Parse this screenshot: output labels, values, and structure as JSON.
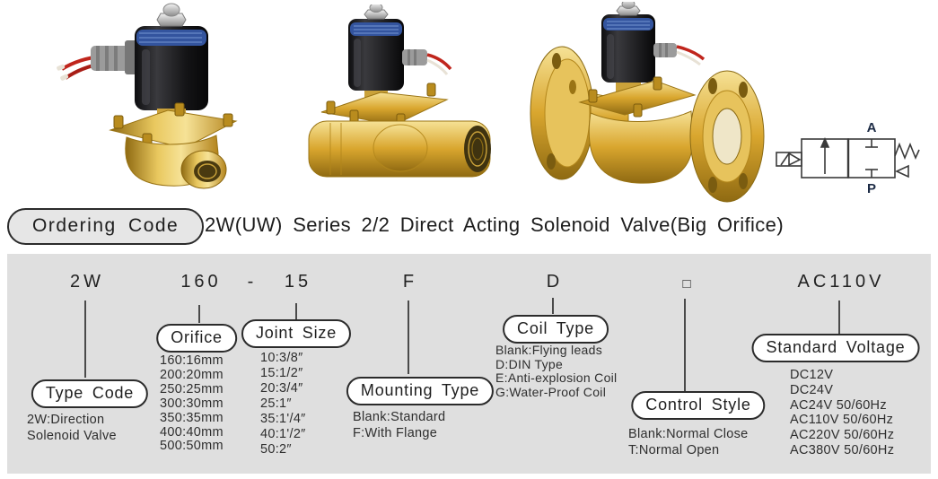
{
  "colors": {
    "panel_bg": "#dfdfdf",
    "ink": "#2b2b2b",
    "brass": "#d9a62e",
    "coil_black": "#1d1d1f",
    "label_blue": "#3b5ea8",
    "wire_red": "#c0251c",
    "port_label_navy": "#1c2b45"
  },
  "header": {
    "badge": "Ordering Code",
    "title": "2W(UW) Series 2/2 Direct Acting Solenoid Valve(Big Orifice)"
  },
  "photos": {
    "valve1": "compact threaded solenoid valve photo",
    "valve2": "inline threaded solenoid valve photo",
    "valve3": "flanged solenoid valve photo"
  },
  "schematic": {
    "port_top": "A",
    "port_bottom": "P"
  },
  "ordering": {
    "code_parts": {
      "type": "2W",
      "orifice": "160",
      "dash": "-",
      "joint": "15",
      "mounting": "F",
      "coil": "D",
      "control": "□",
      "voltage": "AC110V"
    },
    "callouts": {
      "type": {
        "label": "Type Code",
        "options": [
          "2W:Direction",
          "Solenoid Valve"
        ]
      },
      "orifice": {
        "label": "Orifice",
        "options": [
          "160:16mm",
          "200:20mm",
          "250:25mm",
          "300:30mm",
          "350:35mm",
          "400:40mm",
          "500:50mm"
        ]
      },
      "joint": {
        "label": "Joint Size",
        "options": [
          "10:3/8″",
          "15:1/2″",
          "20:3/4″",
          "25:1″",
          "35:1'/4″",
          "40:1'/2″",
          "50:2″"
        ]
      },
      "mounting": {
        "label": "Mounting Type",
        "options": [
          "Blank:Standard",
          "F:With Flange"
        ]
      },
      "coil": {
        "label": "Coil Type",
        "options": [
          "Blank:Flying leads",
          "D:DIN Type",
          "E:Anti-explosion Coil",
          "G:Water-Proof Coil"
        ]
      },
      "control": {
        "label": "Control Style",
        "options": [
          "Blank:Normal Close",
          "T:Normal Open"
        ]
      },
      "voltage": {
        "label": "Standard Voltage",
        "options": [
          "DC12V",
          "DC24V",
          "AC24V 50/60Hz",
          "AC110V 50/60Hz",
          "AC220V 50/60Hz",
          "AC380V 50/60Hz"
        ]
      }
    }
  }
}
